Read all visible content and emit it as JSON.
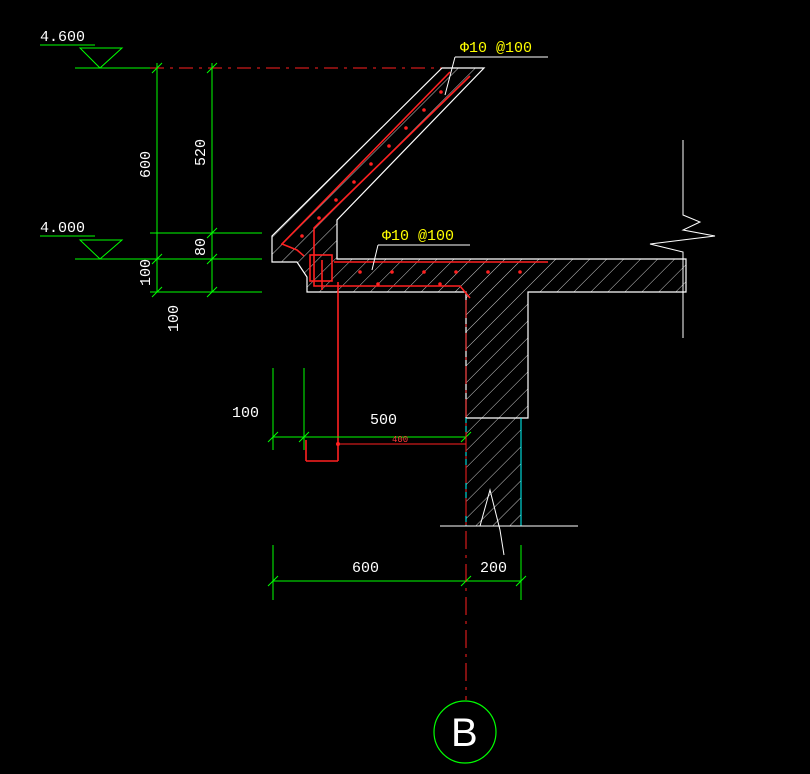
{
  "levels": {
    "upper": "4.600",
    "lower": "4.000"
  },
  "vertical_dims": {
    "total_height": "600",
    "inclined_part": "520",
    "slab_step": "80",
    "eave_edge": "100",
    "below_edge": "100"
  },
  "horizontal_dims": {
    "lip_width": "100",
    "projection_500": "500",
    "rebar_400": "400",
    "overhang_600": "600",
    "wall_200": "200"
  },
  "rebar_labels": {
    "inclined": "Φ10 @100",
    "slab": "Φ10 @100"
  },
  "axis": {
    "label": "B"
  },
  "colors": {
    "background": "#000000",
    "dimension_green": "#00ff00",
    "rebar_red": "#ff2020",
    "label_yellow": "#ffff00",
    "axis_green": "#00ff00",
    "cyan": "#00ffff",
    "outline_white": "#ffffff"
  }
}
